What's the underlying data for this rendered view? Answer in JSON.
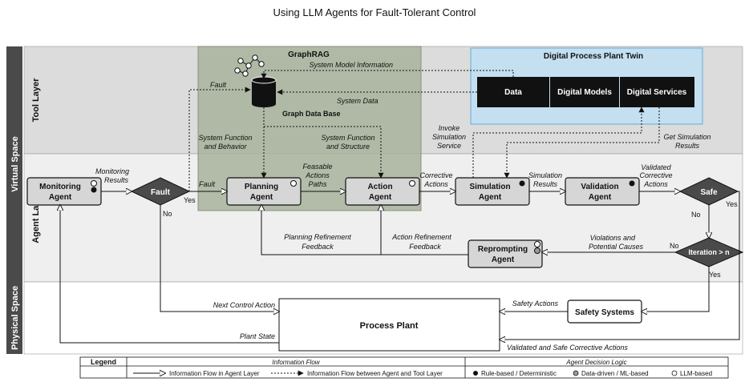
{
  "title": "Using LLM Agents for Fault-Tolerant Control",
  "layers": {
    "virtual_space": "Virtual Space",
    "physical_space": "Physical Space",
    "tool_layer": "Tool Layer",
    "agent_layer": "Agent Layer"
  },
  "graphrag": {
    "title": "GraphRAG",
    "database": "Graph Data Base",
    "system_model_information": "System Model Information",
    "system_data": "System Data"
  },
  "twin": {
    "title": "Digital Process Plant Twin",
    "data": "Data",
    "digital_models": "Digital Models",
    "digital_services": "Digital Services"
  },
  "agents": {
    "monitoring": [
      "Monitoring",
      "Agent"
    ],
    "planning": [
      "Planning",
      "Agent"
    ],
    "action": [
      "Action",
      "Agent"
    ],
    "simulation": [
      "Simulation",
      "Agent"
    ],
    "validation": [
      "Validation",
      "Agent"
    ],
    "reprompting": [
      "Reprompting",
      "Agent"
    ]
  },
  "decisions": {
    "fault": "Fault",
    "safe": "Safe",
    "iteration": "Iteration > n"
  },
  "plant": {
    "process_plant": "Process Plant",
    "safety_systems": "Safety Systems"
  },
  "labels": {
    "fault_to_db": "Fault",
    "monitoring_results": [
      "Monitoring",
      "Results"
    ],
    "fault_out": "Fault",
    "yes": "Yes",
    "no": "No",
    "feasable_actions_paths": [
      "Feasable",
      "Actions",
      "Paths"
    ],
    "system_function_behavior": [
      "System Function",
      "and Behavior"
    ],
    "system_function_structure": [
      "System Function",
      "and Structure"
    ],
    "corrective_actions": [
      "Corrective",
      "Actions"
    ],
    "invoke_simulation_service": [
      "Invoke",
      "Simulation",
      "Service"
    ],
    "simulation_results": [
      "Simulation",
      "Results"
    ],
    "get_simulation_results": [
      "Get Simulation",
      "Results"
    ],
    "validated_corrective_actions": [
      "Validated",
      "Corrective",
      "Actions"
    ],
    "planning_refinement_feedback": [
      "Planning Refinement",
      "Feedback"
    ],
    "action_refinement_feedback": [
      "Action Refinement",
      "Feedback"
    ],
    "violations_potential_causes": [
      "Violations and",
      "Potential Causes"
    ],
    "next_control_action": "Next Control Action",
    "safety_actions": "Safety Actions",
    "plant_state": "Plant State",
    "validated_safe_corrective_actions": "Validated and Safe Corrective Actions"
  },
  "legend": {
    "title": "Legend",
    "information_flow": "Information Flow",
    "agent_decision_logic": "Agent Decision Logic",
    "flow_agent_layer": "Information Flow in Agent Layer",
    "flow_agent_tool": "Information Flow between Agent and Tool Layer",
    "rule_based": "Rule-based / Deterministic",
    "data_driven": "Data-driven / ML-based",
    "llm_based": "LLM-based"
  },
  "colors": {
    "layer_virtual_band": "#4a4a4a",
    "layer_physical_band": "#4a4a4a",
    "tool_layer_bg": "#dcdcdc",
    "agent_layer_bg": "#efefef",
    "graphrag_bg": "#a7b39b",
    "twin_bg": "#c3dff0",
    "twin_border": "#6aaad6",
    "agent_box": "#d6d6d6",
    "dark_box": "#111111"
  }
}
